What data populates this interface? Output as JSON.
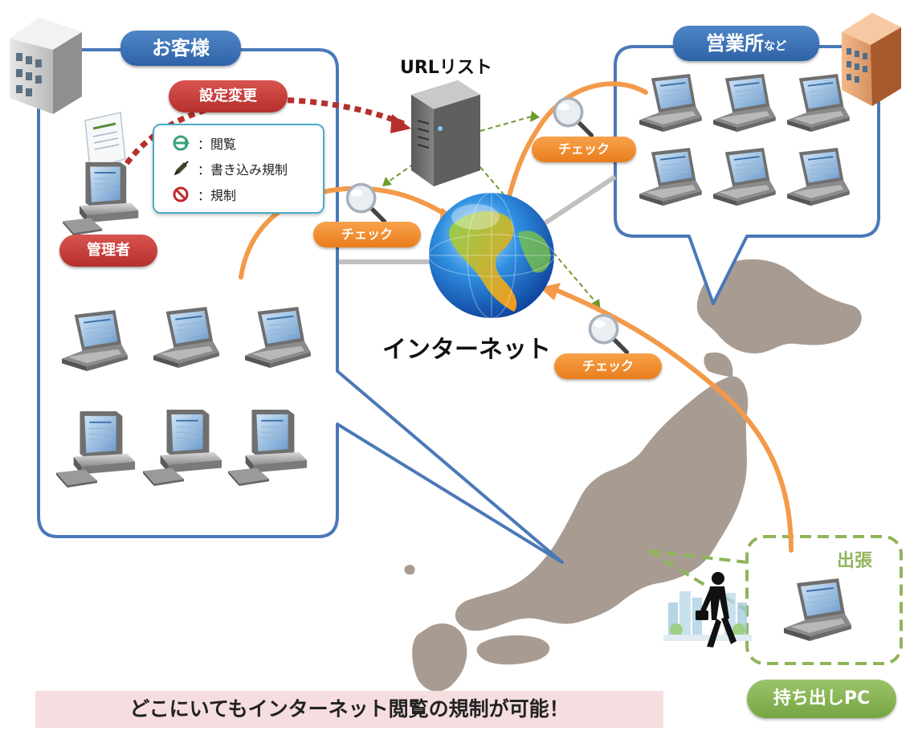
{
  "customer": {
    "label": "お客様"
  },
  "office": {
    "label_main": "営業所",
    "label_sub": "など"
  },
  "url_list": {
    "label": "URLリスト"
  },
  "settings_change": {
    "label": "設定変更"
  },
  "admin": {
    "label": "管理者"
  },
  "legend": {
    "items": [
      {
        "icon": "globe-arrow-icon",
        "label": "：閲覧"
      },
      {
        "icon": "pencil-icon",
        "label": "：書き込み規制"
      },
      {
        "icon": "prohibited-icon",
        "label": "：規制"
      }
    ]
  },
  "checks": [
    {
      "label": "チェック"
    },
    {
      "label": "チェック"
    },
    {
      "label": "チェック"
    }
  ],
  "internet": {
    "label": "インターネット"
  },
  "business_trip": {
    "label": "出張"
  },
  "mobile_pc": {
    "label": "持ち出しPC"
  },
  "caption": {
    "text": "どこにいてもインターネット閲覧の規制が可能！"
  },
  "colors": {
    "blue_border": "#4a78b8",
    "orange": "#f39a4a",
    "green": "#8fb55a",
    "red_dots": "#b5302c",
    "map": "#a89c92"
  }
}
